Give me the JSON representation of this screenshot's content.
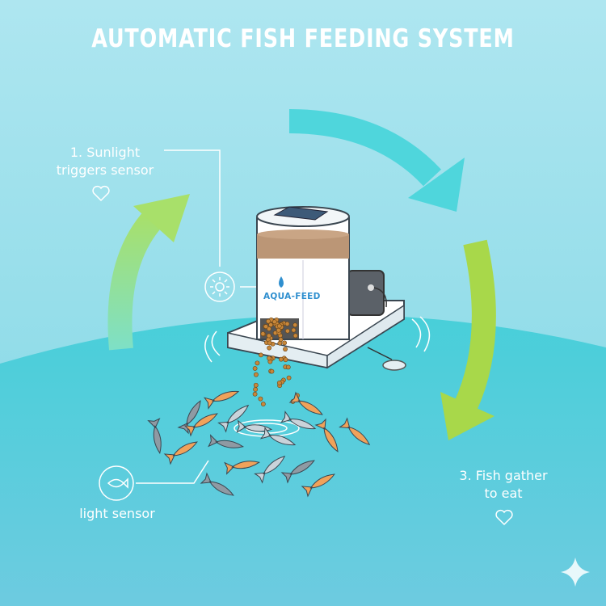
{
  "title": "AUTOMATIC FISH FEEDING SYSTEM",
  "steps": {
    "step1": {
      "line1": "1. Sunlight",
      "line2": "triggers sensor"
    },
    "step3": {
      "line1": "3. Fish gather",
      "line2": "to eat"
    }
  },
  "callouts": {
    "light_sensor": "light sensor"
  },
  "device": {
    "brand": "AQUA-FEED"
  },
  "colors": {
    "sky_top": "#aee6f0",
    "water": "#52cfdc",
    "arrow_teal": "#4fd6dc",
    "arrow_green": "#a8d84a",
    "fish_orange": "#f0a25a",
    "fish_gray": "#8f9aa3"
  }
}
